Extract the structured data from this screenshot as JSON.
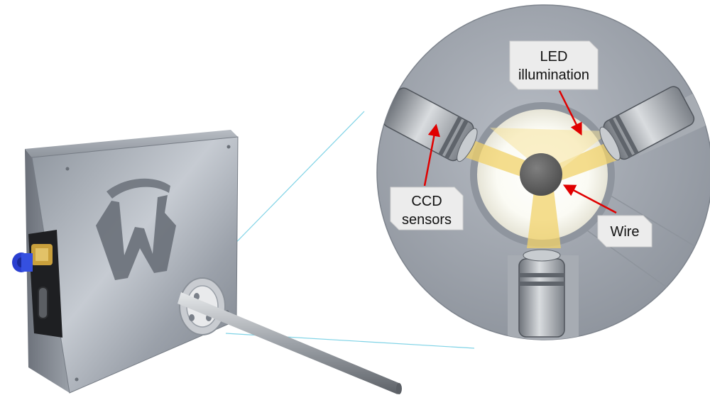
{
  "labels": {
    "led": [
      "LED",
      "illumination"
    ],
    "ccd": [
      "CCD",
      "sensors"
    ],
    "wire": "Wire"
  },
  "colors": {
    "annotation_arrow": "#e00000",
    "callout_bg": "#ececec",
    "metal": "#9aa0aa",
    "light_beam": "#f2d36b",
    "zoom_line": "#7fd3e6",
    "fitting_blue": "#2a3fd0",
    "fitting_brass": "#c9a03c"
  },
  "icons": {
    "brand_logo": "w-logo-icon",
    "connector": "usb-c-port-icon",
    "air_fitting": "push-in-fitting-icon"
  }
}
